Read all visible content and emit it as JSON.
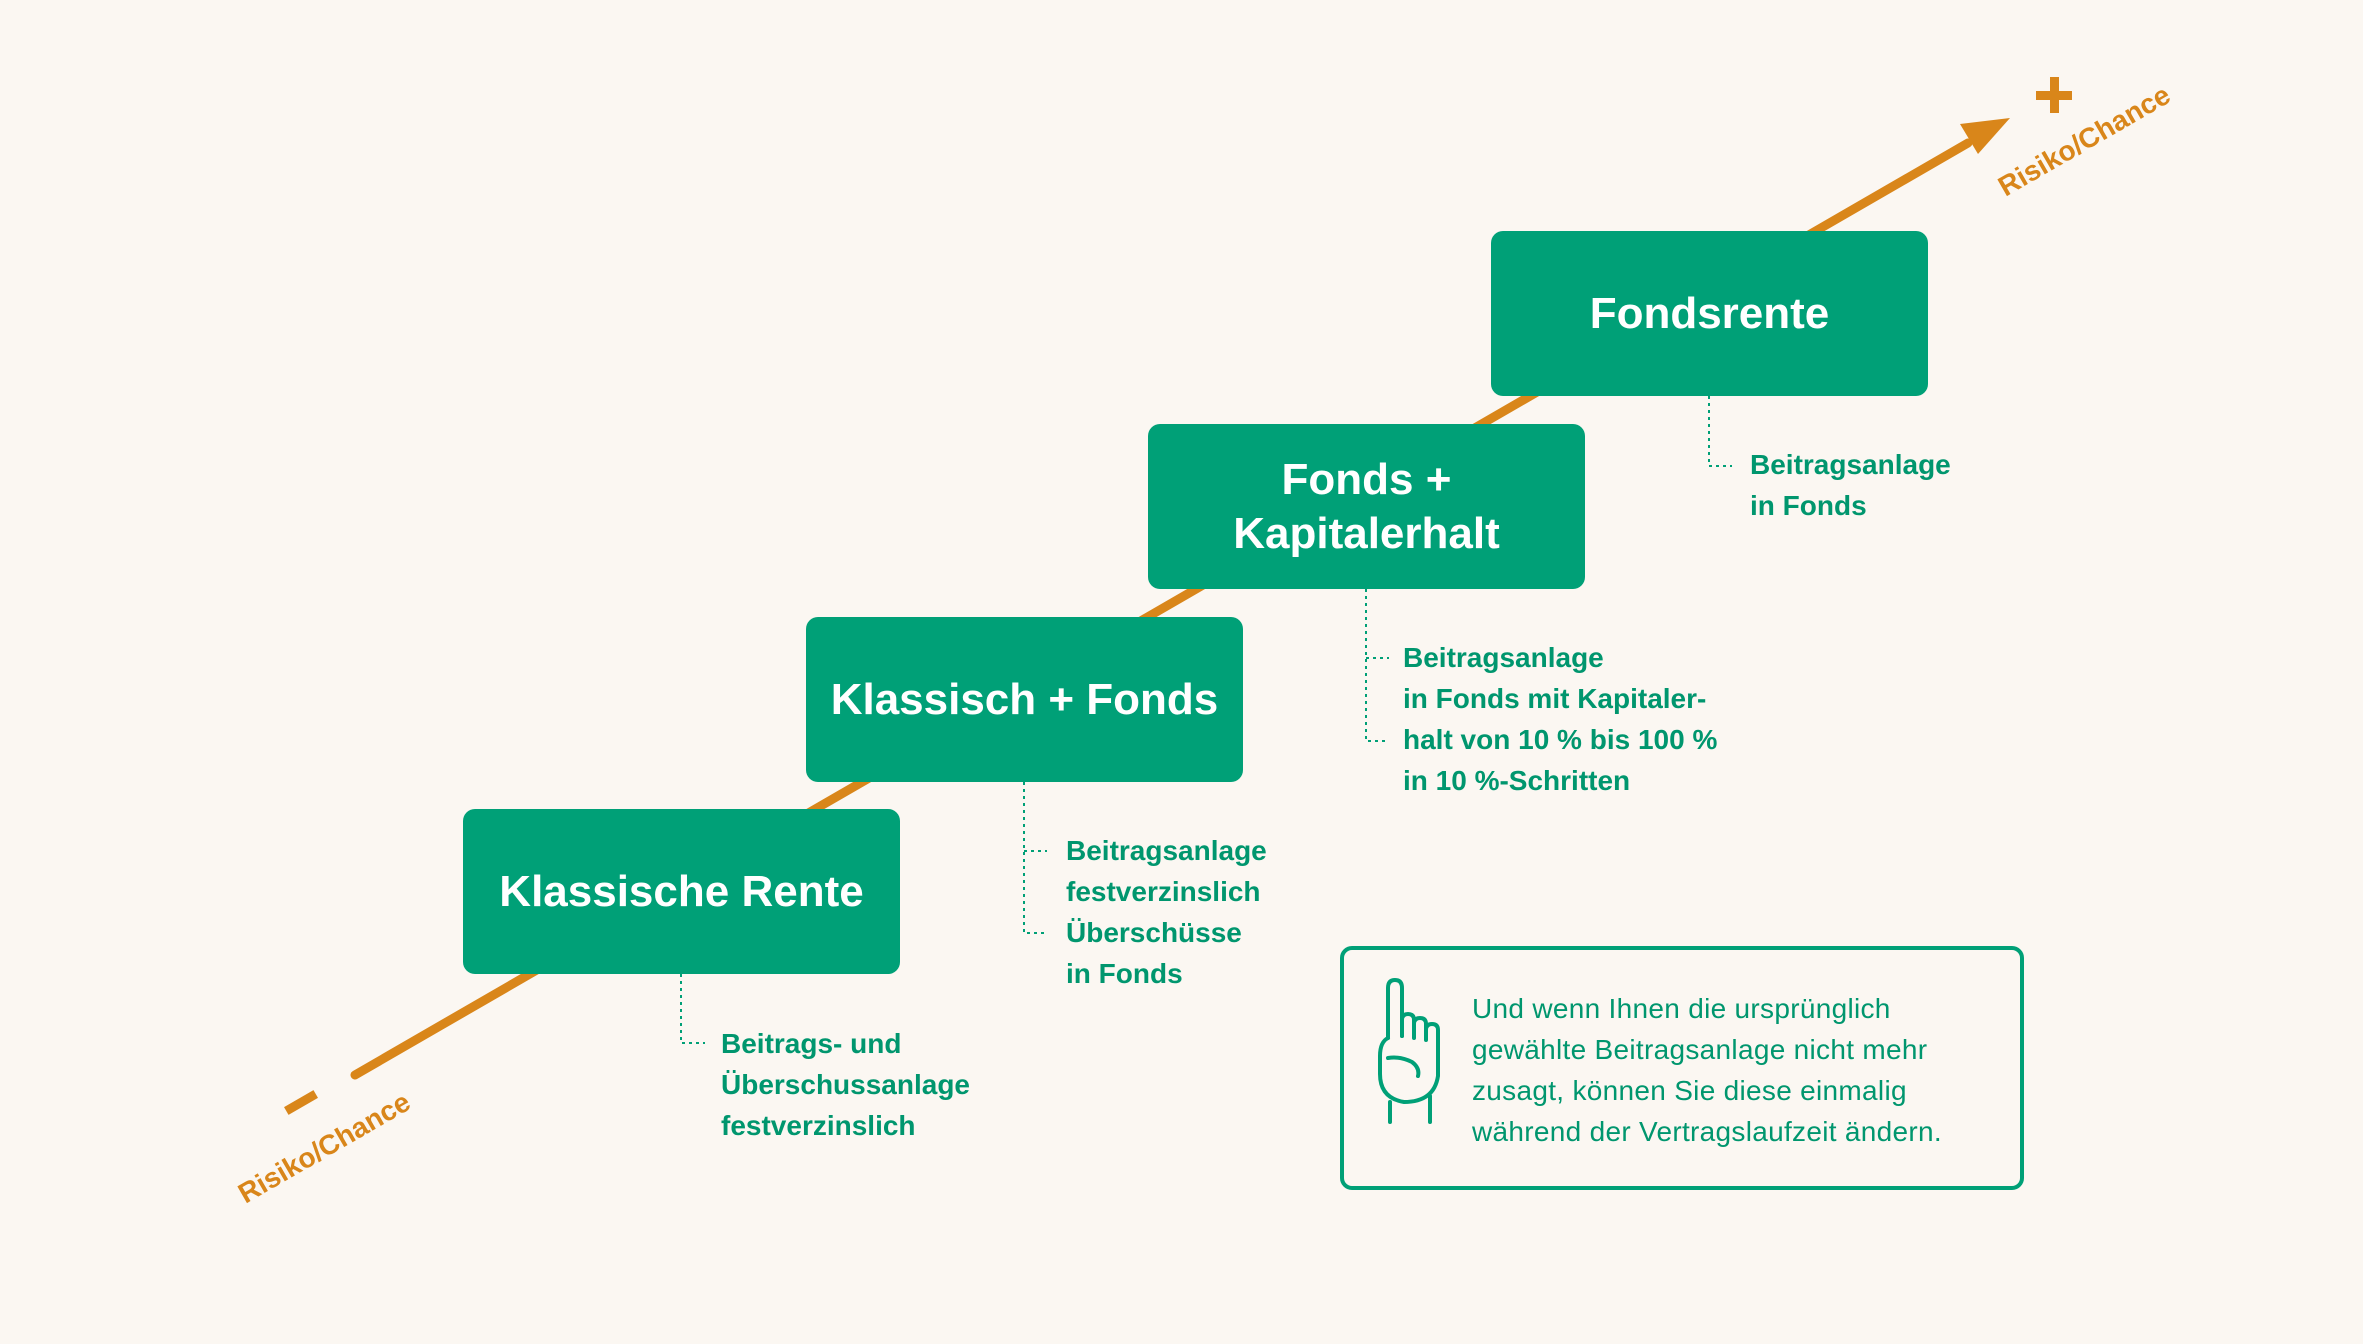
{
  "axis": {
    "label_low": "Risiko/Chance",
    "label_high": "Risiko/Chance",
    "sign_low": "–",
    "sign_high": "+",
    "color": "#D9861A"
  },
  "steps": [
    {
      "title": [
        "Klassische Rente"
      ],
      "description": [
        "Beitrags- und",
        "Überschussanlage",
        "festverzinslich"
      ]
    },
    {
      "title": [
        "Klassisch + Fonds"
      ],
      "description": [
        "Beitragsanlage",
        "festverzinslich",
        "Überschüsse",
        "in Fonds"
      ]
    },
    {
      "title": [
        "Fonds +",
        "Kapitalerhalt"
      ],
      "description": [
        "Beitragsanlage",
        "in Fonds mit Kapitaler-",
        "halt von 10 % bis 100 %",
        "in 10 %-Schritten"
      ]
    },
    {
      "title": [
        "Fondsrente"
      ],
      "description": [
        "Beitragsanlage",
        "in Fonds"
      ]
    }
  ],
  "note": {
    "icon": "pointing-hand-icon",
    "lines": [
      "Und wenn Ihnen die ursprünglich",
      "gewählte Beitragsanlage nicht mehr",
      "zusagt, können Sie diese einmalig",
      "während der Vertragslaufzeit ändern."
    ]
  },
  "colors": {
    "background": "#FBF7F2",
    "box": "#00A077",
    "text_green": "#00966E",
    "accent": "#D9861A"
  }
}
